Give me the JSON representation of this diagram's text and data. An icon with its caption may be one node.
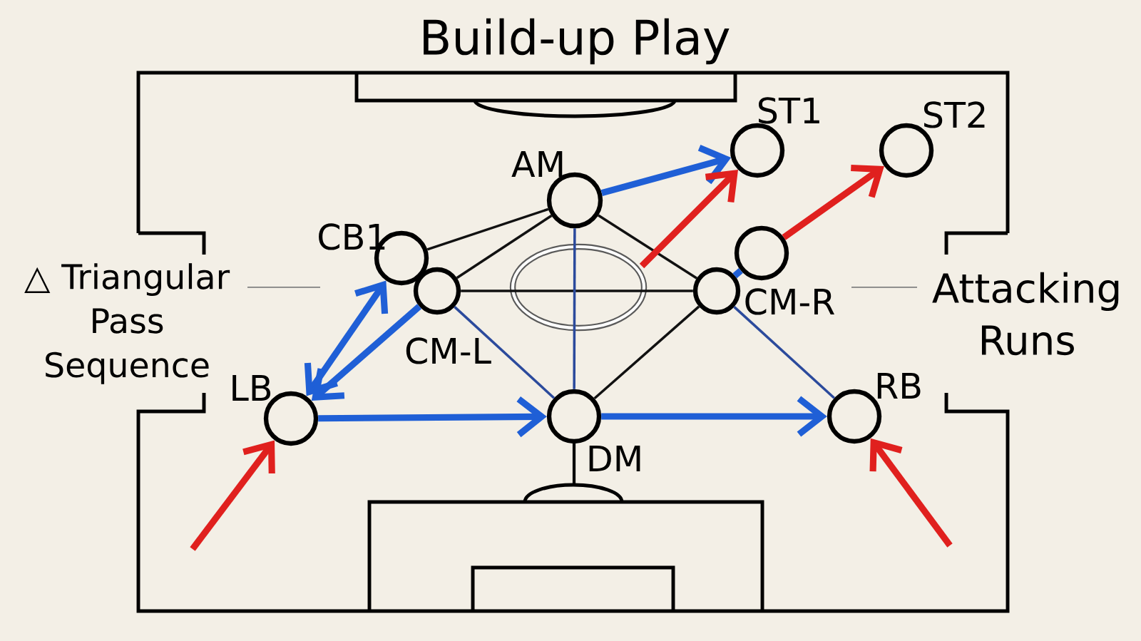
{
  "diagram": {
    "title": "Build-up Play",
    "nodes": [
      {
        "text": [
          "AM"
        ]
      },
      {
        "text": [
          "CB1"
        ]
      },
      {
        "text": [
          "CM-L"
        ]
      },
      {
        "text": [
          "CM-R"
        ]
      },
      {
        "text": [],
        "shape": "circle"
      },
      {
        "text": [
          "ST1"
        ]
      },
      {
        "text": [
          "ST2"
        ]
      },
      {
        "text": [
          "LB"
        ]
      },
      {
        "text": [
          "DM"
        ]
      },
      {
        "text": [
          "RB"
        ]
      }
    ],
    "edges": [
      {
        "from": 1,
        "to": 0,
        "arrow": "none",
        "color": "#111111"
      },
      {
        "from": 2,
        "to": 0,
        "arrow": "none",
        "color": "#111111"
      },
      {
        "from": 0,
        "to": 3,
        "arrow": "none",
        "color": "#111111"
      },
      {
        "from": 2,
        "to": 3,
        "arrow": "none",
        "color": "#111111"
      },
      {
        "from": 0,
        "to": 8,
        "arrow": "none",
        "color": "#2b4a9c"
      },
      {
        "from": 2,
        "to": 8,
        "arrow": "none",
        "color": "#2b4a9c"
      },
      {
        "from": 3,
        "to": 8,
        "arrow": "none",
        "color": "#111111"
      },
      {
        "from": 3,
        "to": 9,
        "arrow": "none",
        "color": "#2b4a9c"
      },
      {
        "from": 3,
        "to": 4,
        "arrow": "none",
        "color": "#1f5fd6"
      },
      {
        "from": 0,
        "to": 5,
        "arrow": "to",
        "color": "#1f5fd6"
      },
      {
        "from": null,
        "to": 5,
        "arrow": "to",
        "color": "#e0201e"
      },
      {
        "from": 4,
        "to": 6,
        "arrow": "to",
        "color": "#e0201e"
      },
      {
        "from": 1,
        "to": 7,
        "arrow": "both",
        "color": "#1f5fd6"
      },
      {
        "from": 2,
        "to": 7,
        "arrow": "to",
        "color": "#1f5fd6"
      },
      {
        "from": 7,
        "to": 8,
        "arrow": "to",
        "color": "#1f5fd6"
      },
      {
        "from": 8,
        "to": 9,
        "arrow": "to",
        "color": "#1f5fd6"
      },
      {
        "from": null,
        "to": 7,
        "arrow": "to",
        "color": "#e0201e"
      },
      {
        "from": null,
        "to": 9,
        "arrow": "to",
        "color": "#e0201e"
      }
    ],
    "labels": [
      "△ Triangular Pass Sequence",
      "Attacking Runs"
    ]
  }
}
